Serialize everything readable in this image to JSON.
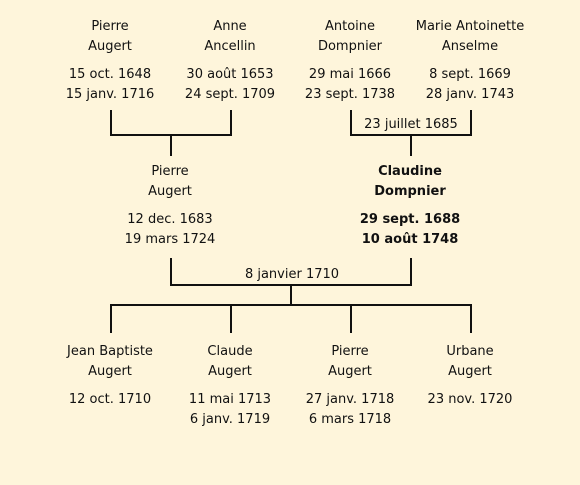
{
  "generation_1": [
    {
      "first": "Pierre",
      "last": "Augert",
      "birth": "15 oct. 1648",
      "death": "15 janv. 1716"
    },
    {
      "first": "Anne",
      "last": "Ancellin",
      "birth": "30 août 1653",
      "death": "24 sept. 1709"
    },
    {
      "first": "Antoine",
      "last": "Dompnier",
      "birth": "29 mai 1666",
      "death": "23 sept. 1738"
    },
    {
      "first": "Marie Antoinette",
      "last": "Anselme",
      "birth": "8 sept. 1669",
      "death": "28 janv. 1743"
    }
  ],
  "marriage_1": "23 juillet 1685",
  "generation_2": [
    {
      "first": "Pierre",
      "last": "Augert",
      "birth": "12 dec. 1683",
      "death": "19 mars 1724"
    },
    {
      "first": "Claudine",
      "last": "Dompnier",
      "birth": "29 sept. 1688",
      "death": "10 août 1748"
    }
  ],
  "marriage_2": "8 janvier 1710",
  "children": [
    {
      "first": "Jean Baptiste",
      "last": "Augert",
      "birth": "12 oct. 1710",
      "death": ""
    },
    {
      "first": "Claude",
      "last": "Augert",
      "birth": "11 mai 1713",
      "death": "6 janv. 1719"
    },
    {
      "first": "Pierre",
      "last": "Augert",
      "birth": "27 janv. 1718",
      "death": "6 mars 1718"
    },
    {
      "first": "Urbane",
      "last": "Augert",
      "birth": "23 nov. 1720",
      "death": ""
    }
  ]
}
